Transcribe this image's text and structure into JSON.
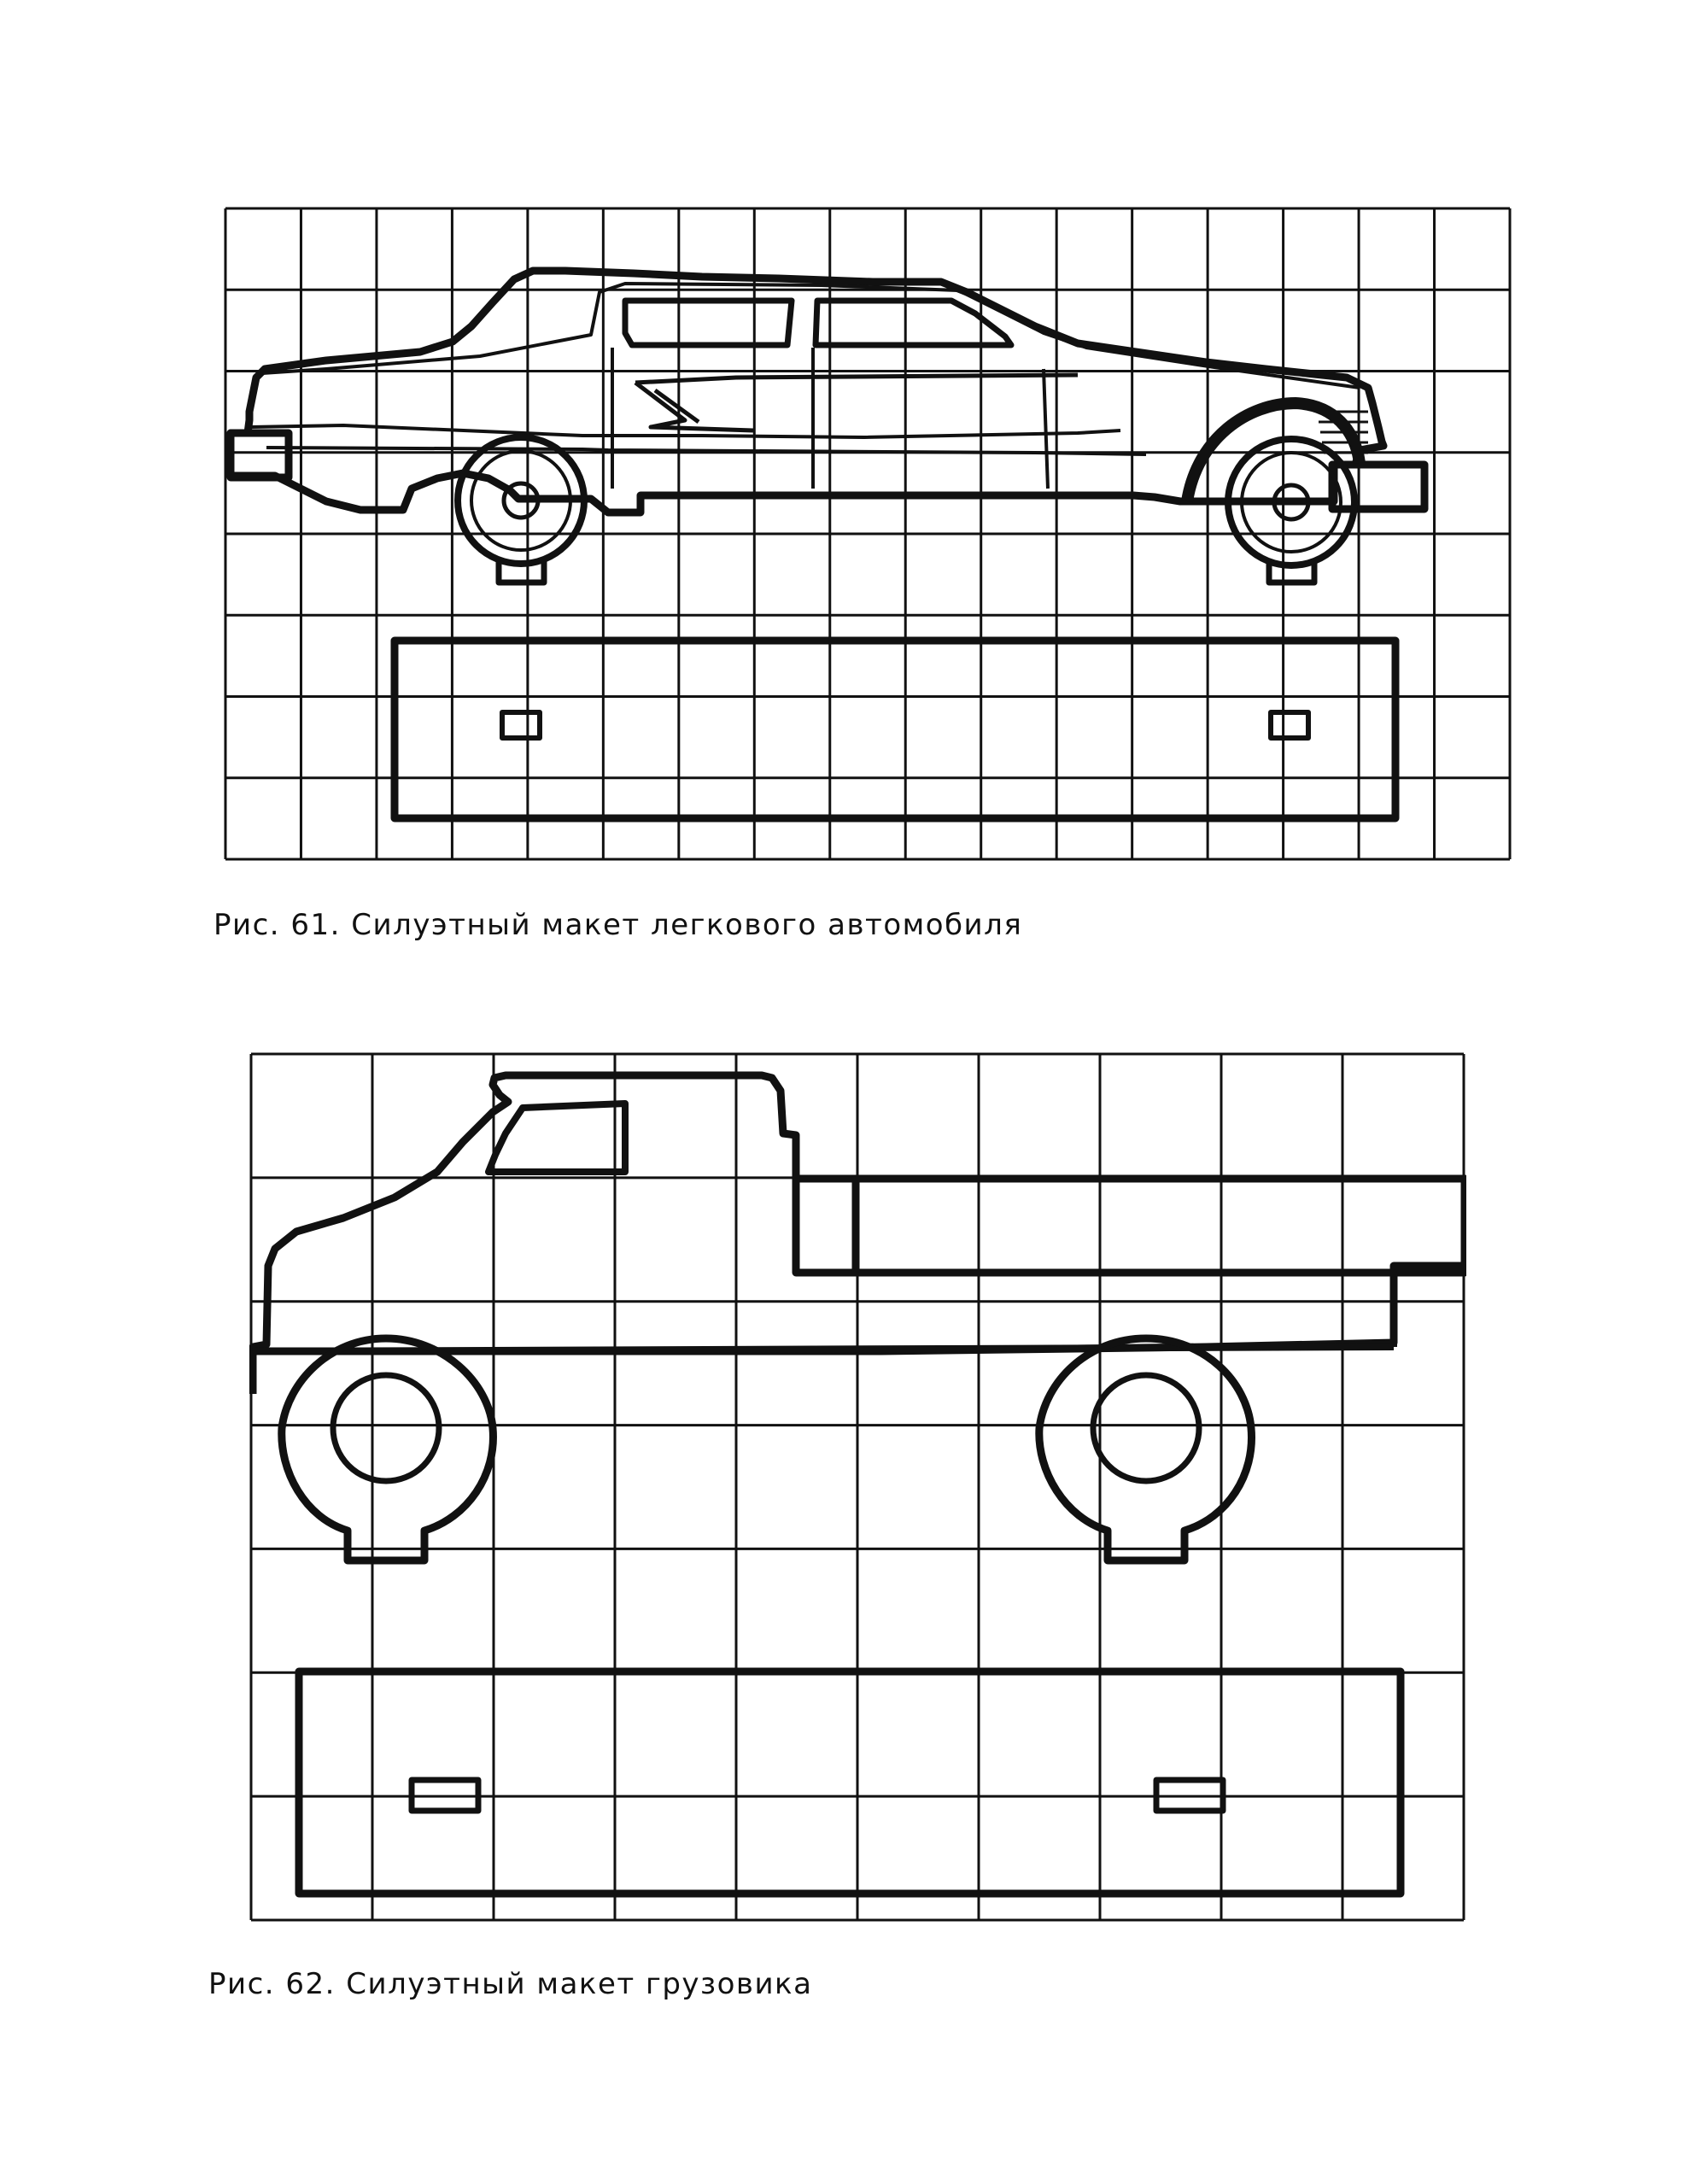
{
  "figures": [
    {
      "caption": "Рис. 61. Силуэтный макет легкового автомобиля",
      "grid": {
        "cols": 17,
        "rows": 8
      },
      "subject": "passenger car silhouette template"
    },
    {
      "caption": "Рис. 62. Силуэтный макет грузовика",
      "grid": {
        "cols": 10,
        "rows": 7
      },
      "subject": "truck silhouette template"
    }
  ]
}
